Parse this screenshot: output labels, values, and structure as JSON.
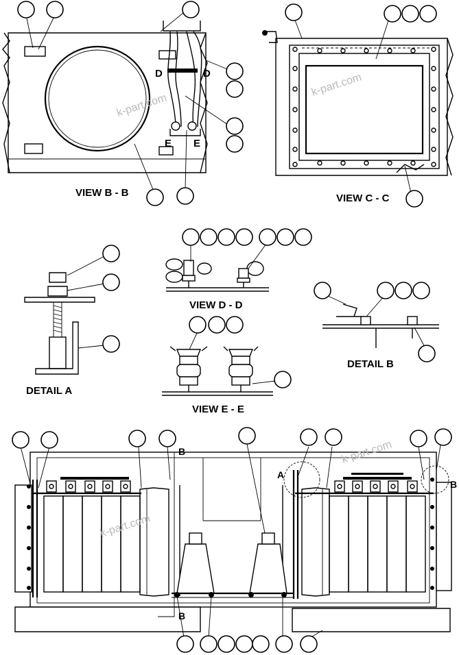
{
  "labels": {
    "view_bb": "VIEW B - B",
    "view_cc": "VIEW C - C",
    "view_dd": "VIEW D - D",
    "view_ee": "VIEW E - E",
    "detail_a": "DETAIL   A",
    "detail_b": "DETAIL   B",
    "sec_d": "D",
    "sec_e": "E",
    "sec_b": "B",
    "sec_a": "A"
  },
  "watermark": "k-part.com",
  "colors": {
    "line": "#000000",
    "background": "#ffffff",
    "watermark": "#b9b9b9"
  }
}
